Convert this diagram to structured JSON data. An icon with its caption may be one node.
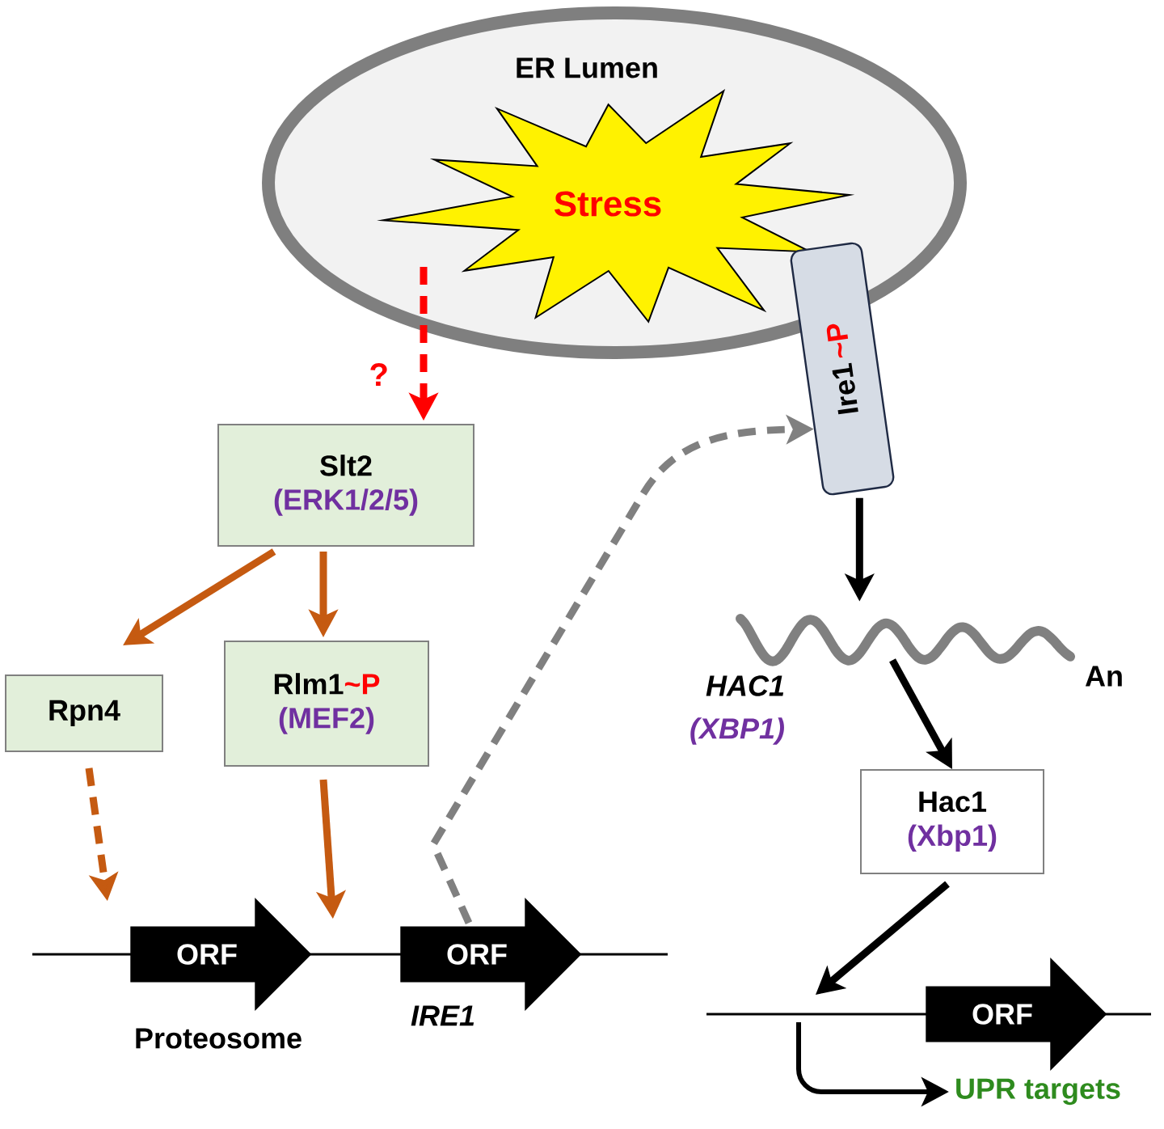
{
  "diagram": {
    "nodes": [
      {
        "text": [
          "ER Lumen"
        ]
      },
      {
        "text": [
          "Stress"
        ],
        "in": 0
      },
      {
        "text": [
          "Ire1",
          "~P"
        ]
      },
      {
        "text": [
          "Slt2",
          "(ERK1/2/5)"
        ]
      },
      {
        "text": [
          "Rpn4"
        ]
      },
      {
        "text": [
          "Rlm1",
          "~P",
          "(MEF2)"
        ]
      },
      {
        "text": [
          "ORF"
        ],
        "beside": [
          "Proteosome"
        ]
      },
      {
        "text": [
          "ORF"
        ],
        "beside": [
          "IRE1"
        ]
      },
      {
        "text": [
          "HAC1",
          "(XBP1)",
          "An"
        ]
      },
      {
        "text": [
          "Hac1",
          "(Xbp1)"
        ]
      },
      {
        "text": [
          "ORF"
        ]
      },
      {
        "text": [
          "UPR targets"
        ]
      }
    ],
    "edges": [
      {
        "from": null,
        "to": 3,
        "arrow": "to",
        "label": "?",
        "style": "dashed",
        "color": "#ff0000"
      },
      {
        "from": 3,
        "to": 4,
        "arrow": "to"
      },
      {
        "from": 3,
        "to": 5,
        "arrow": "to"
      },
      {
        "from": 4,
        "to": 6,
        "arrow": "to",
        "style": "dashed"
      },
      {
        "from": 5,
        "to": 6,
        "arrow": "to"
      },
      {
        "from": 7,
        "to": 2,
        "arrow": "to",
        "style": "dashed",
        "color": "#808080"
      },
      {
        "from": 2,
        "to": 8,
        "arrow": "to",
        "color": "#000000"
      },
      {
        "from": 8,
        "to": 9,
        "arrow": "to",
        "color": "#000000"
      },
      {
        "from": 9,
        "to": 10,
        "arrow": "to",
        "color": "#000000"
      },
      {
        "from": null,
        "to": 11,
        "arrow": "to",
        "color": "#000000"
      }
    ]
  }
}
